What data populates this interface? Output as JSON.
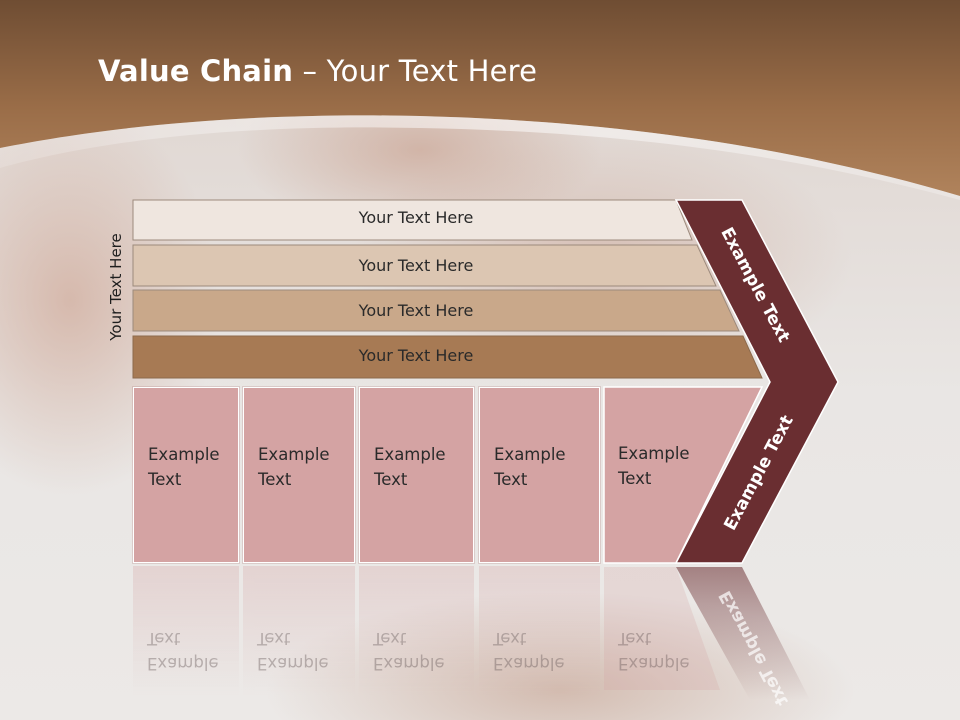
{
  "slide": {
    "title_bold": "Value Chain",
    "title_rest": " – Your Text Here",
    "side_label": "Your Text Here"
  },
  "bars": [
    {
      "label": "Your Text Here"
    },
    {
      "label": "Your Text Here"
    },
    {
      "label": "Your Text Here"
    },
    {
      "label": "Your Text Here"
    }
  ],
  "cells": [
    {
      "line1": "Example",
      "line2": "Text"
    },
    {
      "line1": "Example",
      "line2": "Text"
    },
    {
      "line1": "Example",
      "line2": "Text"
    },
    {
      "line1": "Example",
      "line2": "Text"
    },
    {
      "line1": "Example",
      "line2": "Text"
    }
  ],
  "chevron": {
    "upper_label": "Example Text",
    "lower_label": "Example Text"
  },
  "colors": {
    "header_brown": "#8a6040",
    "bar_1": "#efe6df",
    "bar_2": "#dcc6b2",
    "bar_3": "#c9a88a",
    "bar_4": "#a77a54",
    "cells": "#d4a3a3",
    "chevron": "#6a2e31"
  }
}
